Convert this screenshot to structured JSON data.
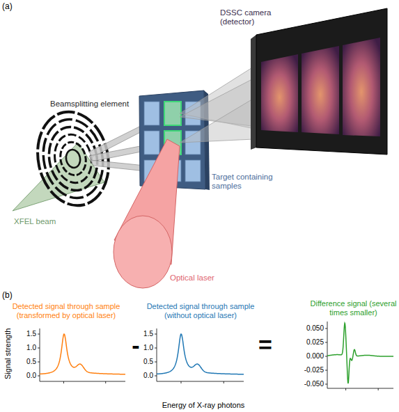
{
  "diagram": {
    "nodes": [
      {
        "text": [
          "Detected signal through sample (transformed by optical laser)"
        ]
      },
      {
        "text": [
          "Detected signal through sample (without optical laser)"
        ]
      },
      {
        "text": [
          "Difference signal (several times smaller)"
        ]
      }
    ],
    "labels": [
      "(a)",
      "DSSC camera (detector)",
      "Beamsplitting element",
      "Target containing samples",
      "XFEL beam",
      "Optical laser",
      "(b)",
      "Signal strength",
      "1.5",
      "1.0",
      "0.5",
      "0.0",
      "1.5",
      "1.0",
      "0.5",
      "0.0",
      "0.050",
      "0.025",
      "0.000",
      "-0.025",
      "-0.050",
      "Energy of X-ray photons",
      "-",
      "="
    ]
  }
}
